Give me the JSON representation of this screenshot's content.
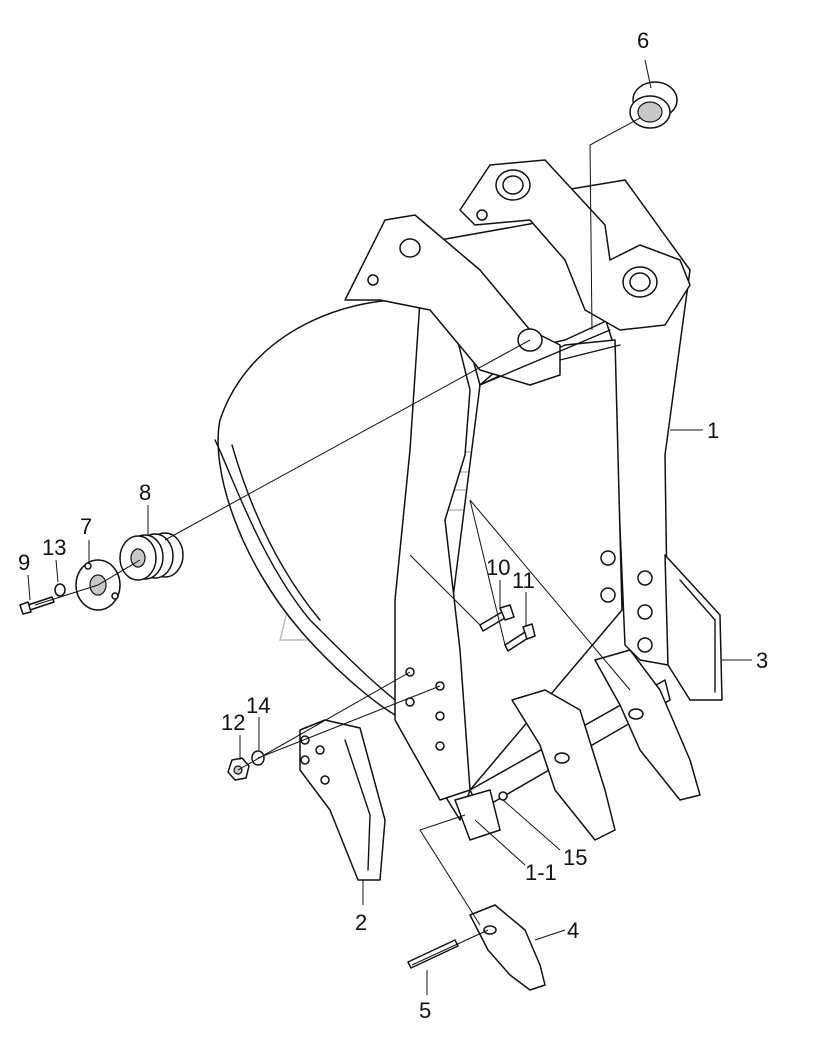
{
  "callouts": [
    {
      "id": "1",
      "label": "1"
    },
    {
      "id": "1-1",
      "label": "1-1"
    },
    {
      "id": "2",
      "label": "2"
    },
    {
      "id": "3",
      "label": "3"
    },
    {
      "id": "4",
      "label": "4"
    },
    {
      "id": "5",
      "label": "5"
    },
    {
      "id": "6",
      "label": "6"
    },
    {
      "id": "7",
      "label": "7"
    },
    {
      "id": "8",
      "label": "8"
    },
    {
      "id": "9",
      "label": "9"
    },
    {
      "id": "10",
      "label": "10"
    },
    {
      "id": "11",
      "label": "11"
    },
    {
      "id": "12",
      "label": "12"
    },
    {
      "id": "13",
      "label": "13"
    },
    {
      "id": "14",
      "label": "14"
    },
    {
      "id": "15",
      "label": "15"
    }
  ]
}
